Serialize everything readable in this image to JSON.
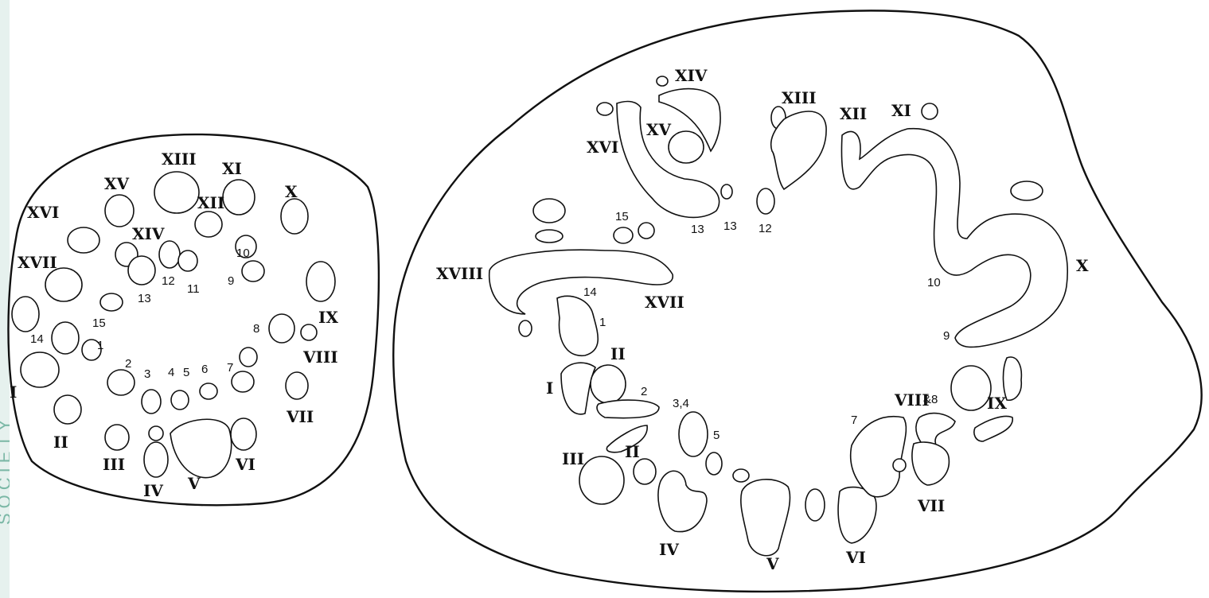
{
  "sidebar": {
    "text": "SOCIETY"
  },
  "left_section": {
    "roman_labels": [
      "XIII",
      "XI",
      "XV",
      "XII",
      "X",
      "XVI",
      "XIV",
      "XVII",
      "IX",
      "VIII",
      "VII",
      "VI",
      "V",
      "IV",
      "III",
      "II",
      "I"
    ],
    "arabic_labels": [
      "10",
      "9",
      "12",
      "11",
      "13",
      "15",
      "14",
      "1",
      "8",
      "2",
      "3",
      "4",
      "5",
      "6",
      "7"
    ]
  },
  "right_section": {
    "roman_labels": [
      "XIV",
      "XIII",
      "XII",
      "XI",
      "XVI",
      "XV",
      "XVIII",
      "XVII",
      "X",
      "II",
      "I",
      "III",
      "II",
      "IX",
      "VIII",
      "IV",
      "V",
      "VI",
      "VII"
    ],
    "arabic_labels": [
      "15",
      "13",
      "13",
      "12",
      "14",
      "1",
      "10",
      "9",
      "2",
      "3,4",
      "5",
      "7",
      "&8"
    ]
  }
}
